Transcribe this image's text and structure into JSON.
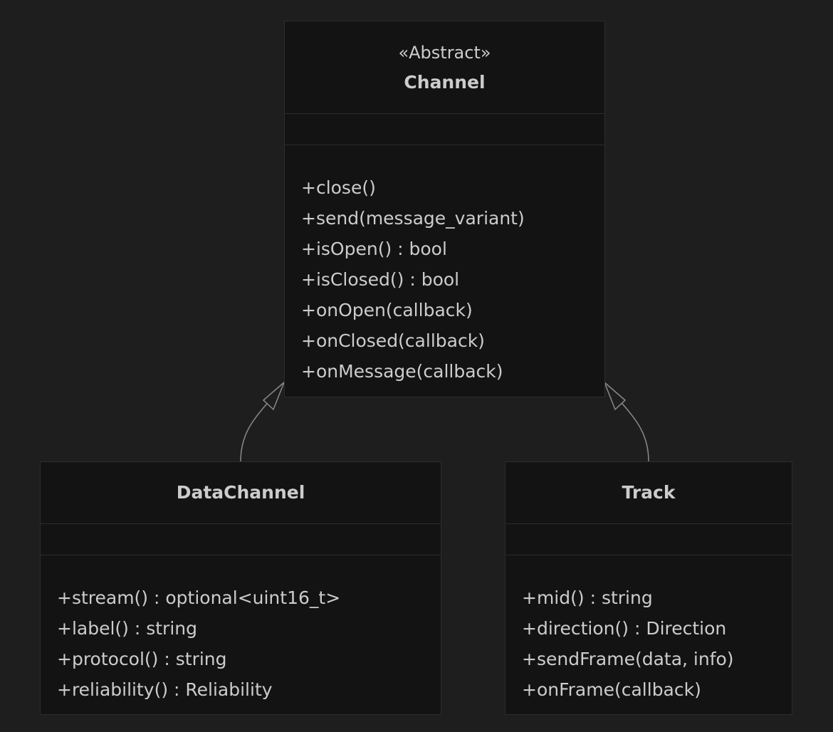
{
  "classes": [
    {
      "stereotype": "«Abstract»",
      "name": "Channel",
      "attributes": [],
      "methods": [
        "+close()",
        "+send(message_variant)",
        "+isOpen() : bool",
        "+isClosed() : bool",
        "+onOpen(callback)",
        "+onClosed(callback)",
        "+onMessage(callback)"
      ]
    },
    {
      "name": "DataChannel",
      "attributes": [],
      "methods": [
        "+stream() : optional<uint16_t>",
        "+label() : string",
        "+protocol() : string",
        "+reliability() : Reliability"
      ]
    },
    {
      "name": "Track",
      "attributes": [],
      "methods": [
        "+mid() : string",
        "+direction() : Direction",
        "+sendFrame(data, info)",
        "+onFrame(callback)"
      ]
    }
  ],
  "relations": [
    {
      "from": "DataChannel",
      "to": "Channel",
      "type": "inheritance"
    },
    {
      "from": "Track",
      "to": "Channel",
      "type": "inheritance"
    }
  ]
}
